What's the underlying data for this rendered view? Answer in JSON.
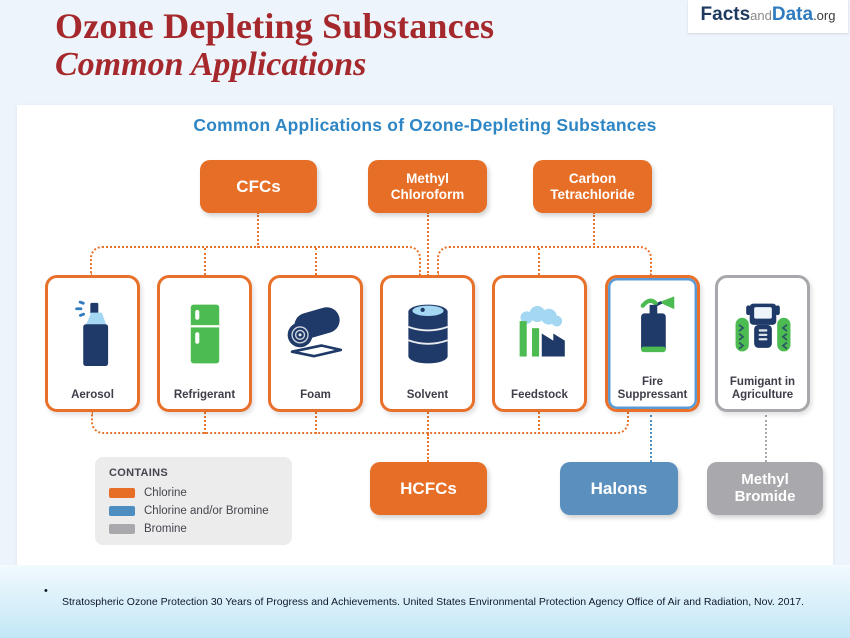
{
  "header": {
    "title": "Ozone Depleting Substances",
    "subtitle": "Common Applications",
    "logo": {
      "facts": "Facts",
      "and": "and",
      "data": "Data",
      "org": ".org"
    }
  },
  "diagram": {
    "title": "Common Applications of Ozone-Depleting Substances",
    "top_substances": [
      {
        "label": "CFCs",
        "contains": "Chlorine"
      },
      {
        "label": "Methyl Chloroform",
        "contains": "Chlorine"
      },
      {
        "label": "Carbon Tetrachloride",
        "contains": "Chlorine"
      }
    ],
    "applications": [
      {
        "label": "Aerosol",
        "icon": "spray-can-icon"
      },
      {
        "label": "Refrigerant",
        "icon": "refrigerator-icon"
      },
      {
        "label": "Foam",
        "icon": "foam-roll-icon"
      },
      {
        "label": "Solvent",
        "icon": "barrel-icon"
      },
      {
        "label": "Feedstock",
        "icon": "factory-icon"
      },
      {
        "label": "Fire Suppressant",
        "icon": "fire-extinguisher-icon"
      },
      {
        "label": "Fumigant in Agriculture",
        "icon": "tractor-icon"
      }
    ],
    "bottom_substances": [
      {
        "label": "HCFCs",
        "contains": "Chlorine"
      },
      {
        "label": "Halons",
        "contains": "Chlorine and/or Bromine"
      },
      {
        "label": "Methyl Bromide",
        "contains": "Bromine"
      }
    ],
    "legend": {
      "title": "CONTAINS",
      "items": [
        {
          "label": "Chlorine",
          "color": "#E66E26"
        },
        {
          "label": "Chlorine and/or Bromine",
          "color": "#4E8DBF"
        },
        {
          "label": "Bromine",
          "color": "#A9A9AD"
        }
      ]
    },
    "colors": {
      "chlorine_orange": "#E66E26",
      "chlorine_bromine_blue": "#5B90BE",
      "bromine_gray": "#A9A9AD",
      "diagram_title_blue": "#2E86C5",
      "header_red": "#A5282C"
    }
  },
  "footer": {
    "bullet": "•",
    "citation": "Stratospheric Ozone Protection 30 Years of Progress and Achievements. United States Environmental Protection Agency Office of Air and Radiation, Nov. 2017."
  }
}
